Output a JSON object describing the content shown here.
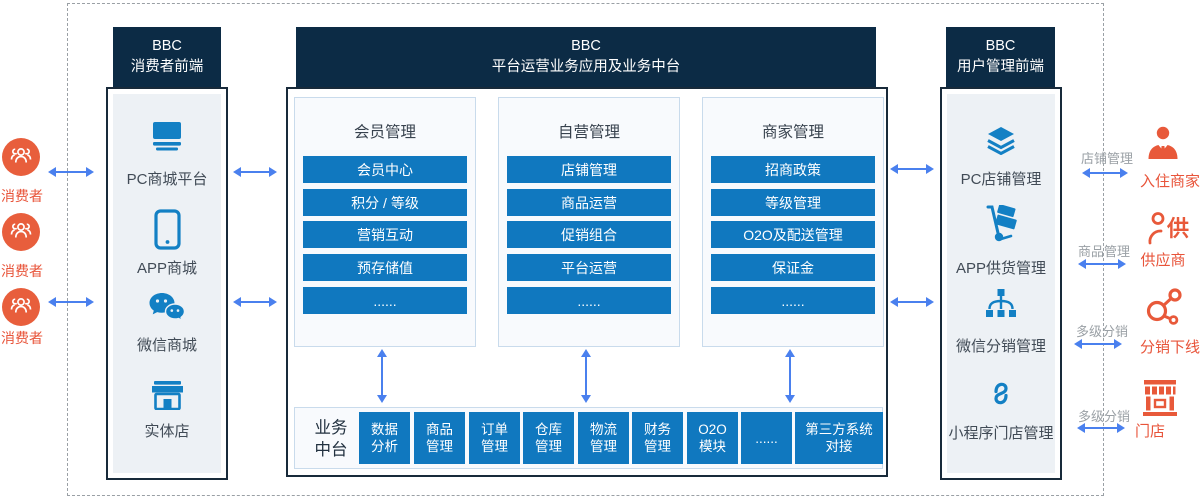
{
  "colors": {
    "brand_navy": "#0c2b45",
    "primary_blue": "#1078bf",
    "icon_blue": "#1380c4",
    "accent_orange": "#e8593a",
    "arrow_blue": "#4a80ee",
    "panel_fill": "#edf1f5"
  },
  "consumers": [
    {
      "label": "消费者"
    },
    {
      "label": "消费者"
    },
    {
      "label": "消费者"
    }
  ],
  "left_panel": {
    "title": "BBC\n消费者前端",
    "items": [
      {
        "icon": "pc-mall-icon",
        "label": "PC商城平台"
      },
      {
        "icon": "app-mall-icon",
        "label": "APP商城"
      },
      {
        "icon": "wechat-mall-icon",
        "label": "微信商城"
      },
      {
        "icon": "physical-store-icon",
        "label": "实体店"
      }
    ]
  },
  "center_panel": {
    "title": "BBC\n平台运营业务应用及业务中台",
    "columns": [
      {
        "title": "会员管理",
        "items": [
          "会员中心",
          "积分 / 等级",
          "营销互动",
          "预存储值",
          "......"
        ]
      },
      {
        "title": "自营管理",
        "items": [
          "店铺管理",
          "商品运营",
          "促销组合",
          "平台运营",
          "......"
        ]
      },
      {
        "title": "商家管理",
        "items": [
          "招商政策",
          "等级管理",
          "O2O及配送管理",
          "保证金",
          "......"
        ]
      }
    ],
    "middle_platform": {
      "label": "业务\n中台",
      "modules": [
        "数据\n分析",
        "商品\n管理",
        "订单\n管理",
        "仓库\n管理",
        "物流\n管理",
        "财务\n管理",
        "O2O\n模块",
        "......",
        "第三方系统\n对接"
      ]
    }
  },
  "right_panel": {
    "title": "BBC\n用户管理前端",
    "items": [
      {
        "icon": "pc-shop-icon",
        "label": "PC店铺管理"
      },
      {
        "icon": "supply-truck-icon",
        "label": "APP供货管理"
      },
      {
        "icon": "distribution-icon",
        "label": "微信分销管理"
      },
      {
        "icon": "miniprogram-icon",
        "label": "小程序门店管理"
      }
    ]
  },
  "right_actors": [
    {
      "relation": "店铺管理",
      "label": "入住商家",
      "icon": "merchant-icon"
    },
    {
      "relation": "商品管理",
      "label": "供应商",
      "icon": "supplier-icon"
    },
    {
      "relation": "多级分销",
      "label": "分销下线",
      "icon": "share-network-icon"
    },
    {
      "relation": "多级分销",
      "label": "门店",
      "icon": "storefront-icon"
    }
  ]
}
